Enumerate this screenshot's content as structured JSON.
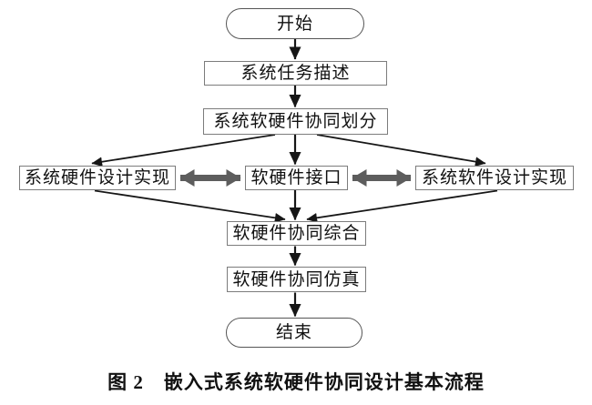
{
  "diagram": {
    "caption": "图 2　嵌入式系统软硬件协同设计基本流程",
    "nodes": {
      "start": "开始",
      "task": "系统任务描述",
      "partition": "系统软硬件协同划分",
      "hardware": "系统硬件设计实现",
      "interface": "软硬件接口",
      "software": "系统软件设计实现",
      "synthesis": "软硬件协同综合",
      "simulation": "软硬件协同仿真",
      "end": "结束"
    },
    "edges": [
      {
        "from": "start",
        "to": "task",
        "style": "arrow"
      },
      {
        "from": "task",
        "to": "partition",
        "style": "arrow"
      },
      {
        "from": "partition",
        "to": "hardware",
        "style": "arrow"
      },
      {
        "from": "partition",
        "to": "interface",
        "style": "arrow"
      },
      {
        "from": "partition",
        "to": "software",
        "style": "arrow"
      },
      {
        "from": "hardware",
        "to": "interface",
        "style": "thick-double-arrow"
      },
      {
        "from": "interface",
        "to": "software",
        "style": "thick-double-arrow"
      },
      {
        "from": "hardware",
        "to": "synthesis",
        "style": "arrow"
      },
      {
        "from": "interface",
        "to": "synthesis",
        "style": "arrow"
      },
      {
        "from": "software",
        "to": "synthesis",
        "style": "arrow"
      },
      {
        "from": "synthesis",
        "to": "simulation",
        "style": "arrow"
      },
      {
        "from": "simulation",
        "to": "end",
        "style": "arrow"
      }
    ],
    "colors": {
      "line": "#161616",
      "box_border": "#7c7c7c",
      "thick_arrow": "#5d5d5d",
      "text": "#111111",
      "background": "#ffffff"
    }
  }
}
